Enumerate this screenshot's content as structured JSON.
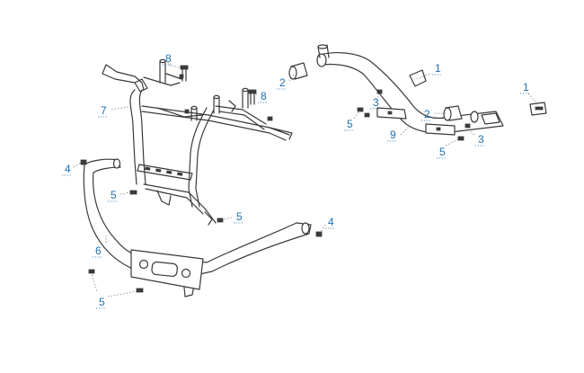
{
  "diagram": {
    "accent_color": "#1f6fb0",
    "line_color": "#3a3a3a",
    "callouts": [
      {
        "id": "c1a",
        "label": "1"
      },
      {
        "id": "c1b",
        "label": "1"
      },
      {
        "id": "c2a",
        "label": "2"
      },
      {
        "id": "c2b",
        "label": "2"
      },
      {
        "id": "c3a",
        "label": "3"
      },
      {
        "id": "c3b",
        "label": "3"
      },
      {
        "id": "c4a",
        "label": "4"
      },
      {
        "id": "c4b",
        "label": "4"
      },
      {
        "id": "c5a",
        "label": "5"
      },
      {
        "id": "c5b",
        "label": "5"
      },
      {
        "id": "c5c",
        "label": "5"
      },
      {
        "id": "c5d",
        "label": "5"
      },
      {
        "id": "c5e",
        "label": "5"
      },
      {
        "id": "c6",
        "label": "6"
      },
      {
        "id": "c7",
        "label": "7"
      },
      {
        "id": "c8a",
        "label": "8"
      },
      {
        "id": "c8b",
        "label": "8"
      },
      {
        "id": "c9",
        "label": "9"
      }
    ]
  }
}
